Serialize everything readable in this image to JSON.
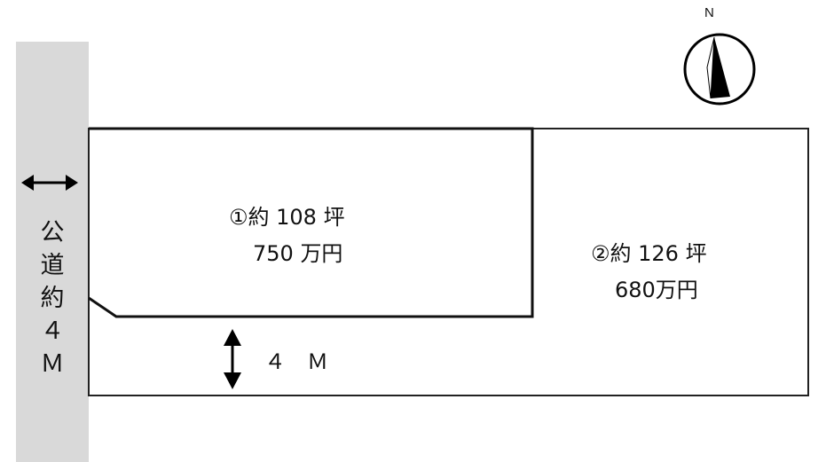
{
  "road": {
    "label_chars": [
      "公",
      "道",
      "約",
      "４",
      "Ｍ"
    ]
  },
  "compass": {
    "north_label": "N",
    "icon": "north-arrow-icon"
  },
  "lots": [
    {
      "label": "①約 108 坪",
      "price": "750 万円"
    },
    {
      "label": "②約 126 坪",
      "price": "680万円"
    }
  ],
  "setback": {
    "label": "４　Ｍ"
  }
}
